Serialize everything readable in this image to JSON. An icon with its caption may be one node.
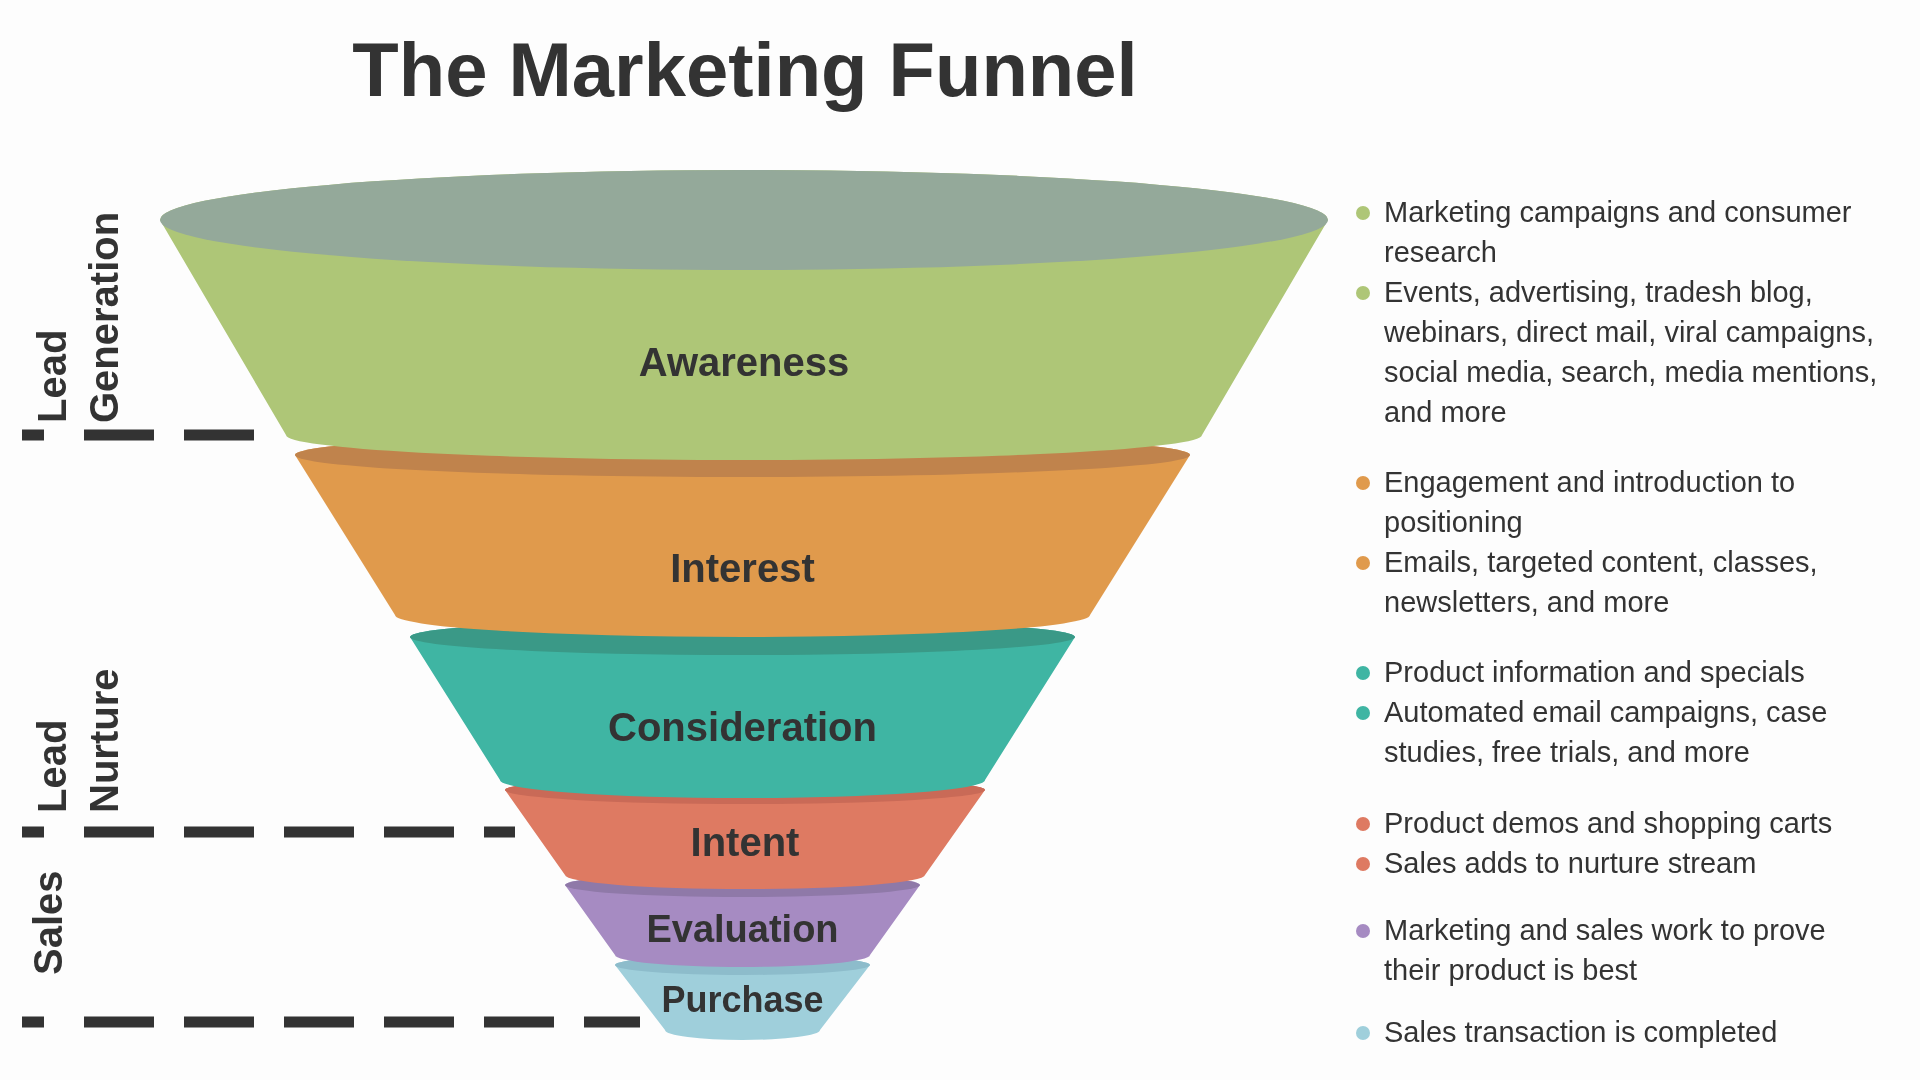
{
  "diagram": {
    "title": "The Marketing Funnel",
    "nodes": [
      {
        "text": [
          "Awareness"
        ]
      },
      {
        "text": [
          "Interest"
        ]
      },
      {
        "text": [
          "Consideration"
        ]
      },
      {
        "text": [
          "Intent"
        ]
      },
      {
        "text": [
          "Evaluation"
        ]
      },
      {
        "text": [
          "Purchase"
        ]
      }
    ],
    "labels": [
      "Lead Generation",
      "Lead Nurture",
      "Sales",
      "Marketing campaigns and consumer research",
      "Events, advertising, tradesh blog, webinars, direct mail, viral campaigns, social media, search, media mentions, and more",
      "Engagement and introduction to positioning",
      "Emails, targeted content, classes, newsletters, and more",
      "Product information and specials",
      "Automated email campaigns, case studies, free trials, and more",
      "Product demos and shopping carts",
      "Sales adds to nurture stream",
      "Marketing and sales work to prove their product is best",
      "Sales transaction is completed"
    ]
  }
}
